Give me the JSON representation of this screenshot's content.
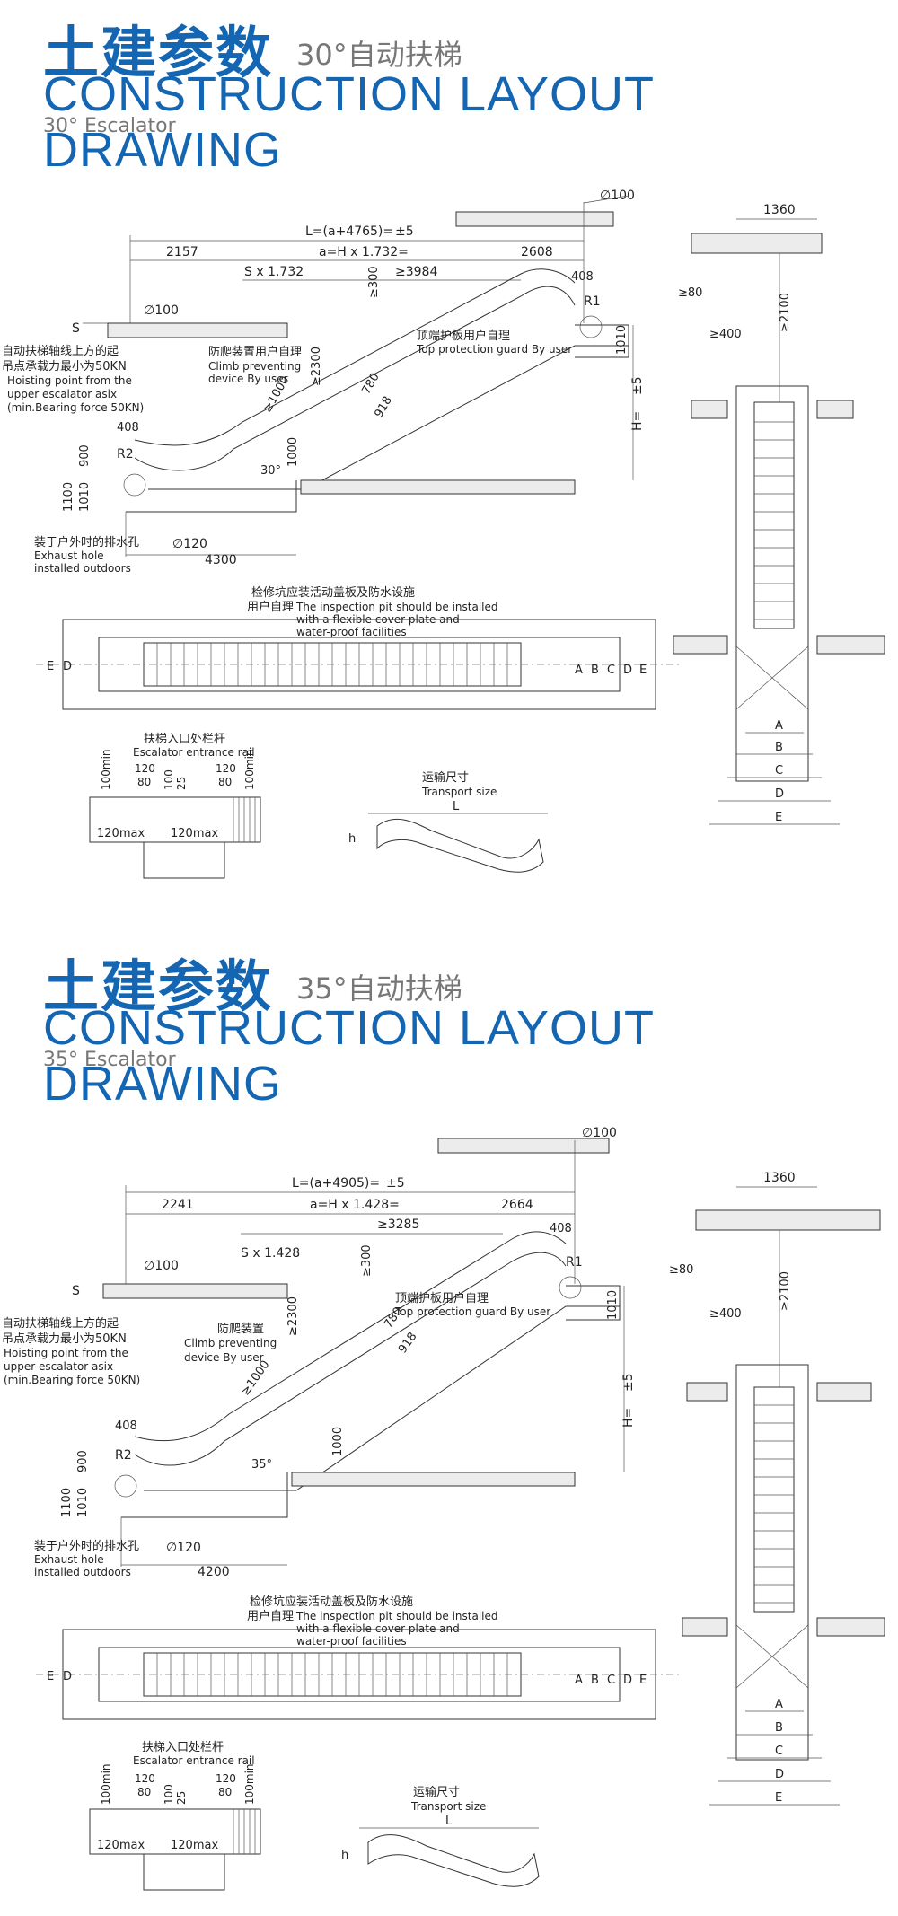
{
  "sections": [
    {
      "title_cn": "土建参数",
      "subtitle_cn": "30°自动扶梯",
      "title_en": "CONSTRUCTION LAYOUT DRAWING",
      "subtitle_en": "30° Escalator",
      "side": {
        "dia_top": "∅100",
        "total_length": "L=(a+4765)=",
        "tol": "±5",
        "dim_left": "2157",
        "dim_a": "a=H x 1.732=",
        "dim_right": "2608",
        "dim_s": "S x 1.732",
        "dim_step": "≥3984",
        "dim_408_top": "408",
        "r1": "R1",
        "dia_left": "∅100",
        "s_label": "S",
        "hoist_cn_1": "自动扶梯轴线上方的起",
        "hoist_cn_2": "吊点承载力最小为50KN",
        "hoist_en_1": "Hoisting point from the",
        "hoist_en_2": "upper escalator asix",
        "hoist_en_3": "(min.Bearing force 50KN)",
        "climb_cn": "防爬装置用户自理",
        "climb_en_1": "Climb preventing",
        "climb_en_2": "device By user",
        "guard_cn": "顶端护板用户自理",
        "guard_en": "Top protection guard By user",
        "dim_300": "≥300",
        "dim_2300": "≥2300",
        "dim_1000_diag": "≥1000",
        "dim_780": "780",
        "dim_918": "918",
        "dim_1010_right": "1010",
        "h_label": "H=",
        "h_tol": "±5",
        "dim_408_left": "408",
        "r2": "R2",
        "dim_900": "900",
        "dim_1100": "1100",
        "dim_1010_left": "1010",
        "angle": "30°",
        "dim_1000_v": "1000",
        "drain_cn": "装于户外时的排水孔",
        "drain_en_1": "Exhaust hole",
        "drain_en_2": "installed outdoors",
        "dia_120": "∅120",
        "dim_pit": "4300"
      },
      "plan": {
        "pit_cn": "检修坑应装活动盖板及防水设施",
        "pit_cn_2": "用户自理",
        "pit_en_1": "The inspection pit should be installed",
        "pit_en_2": "with a flexible cover plate and",
        "pit_en_3": "water-proof facilities",
        "left_e": "E",
        "left_d": "D",
        "right_a": "A",
        "right_b": "B",
        "right_c": "C",
        "right_d": "D",
        "right_e": "E"
      },
      "rail": {
        "label_cn": "扶梯入口处栏杆",
        "label_en": "Escalator entrance rail",
        "d100min_l": "100min",
        "d120_l": "120",
        "d80_l": "80",
        "d100": "100",
        "d25": "25",
        "d120_r": "120",
        "d80_r": "80",
        "d100min_r": "100min",
        "d120max_l": "120max",
        "d120max_r": "120max"
      },
      "transport": {
        "label_cn": "运输尺寸",
        "label_en": "Transport size",
        "l": "L",
        "h": "h"
      },
      "end": {
        "width": "1360",
        "d80": "≥80",
        "d2100": "≥2100",
        "d400": "≥400",
        "a": "A",
        "b": "B",
        "c": "C",
        "d": "D",
        "e": "E"
      }
    },
    {
      "title_cn": "土建参数",
      "subtitle_cn": "35°自动扶梯",
      "title_en": "CONSTRUCTION LAYOUT DRAWING",
      "subtitle_en": "35° Escalator",
      "side": {
        "dia_top": "∅100",
        "total_length": "L=(a+4905)=",
        "tol": "±5",
        "dim_left": "2241",
        "dim_a": "a=H x 1.428=",
        "dim_right": "2664",
        "dim_s": "S x 1.428",
        "dim_step": "≥3285",
        "dim_408_top": "408",
        "r1": "R1",
        "dia_left": "∅100",
        "s_label": "S",
        "hoist_cn_1": "自动扶梯轴线上方的起",
        "hoist_cn_2": "吊点承载力最小为50KN",
        "hoist_en_1": "Hoisting point from the",
        "hoist_en_2": "upper escalator asix",
        "hoist_en_3": "(min.Bearing force 50KN)",
        "climb_cn": "防爬装置",
        "climb_en_1": "Climb preventing",
        "climb_en_2": "device By user",
        "guard_cn": "顶端护板用户自理",
        "guard_en": "Top protection guard By user",
        "dim_300": "≥300",
        "dim_2300": "≥2300",
        "dim_1000_diag": "≥1000",
        "dim_780": "780",
        "dim_918": "918",
        "dim_1010_right": "1010",
        "h_label": "H=",
        "h_tol": "±5",
        "dim_408_left": "408",
        "r2": "R2",
        "dim_900": "900",
        "dim_1100": "1100",
        "dim_1010_left": "1010",
        "angle": "35°",
        "dim_1000_v": "1000",
        "drain_cn": "装于户外时的排水孔",
        "drain_en_1": "Exhaust hole",
        "drain_en_2": "installed outdoors",
        "dia_120": "∅120",
        "dim_pit": "4200"
      },
      "plan": {
        "pit_cn": "检修坑应装活动盖板及防水设施",
        "pit_cn_2": "用户自理",
        "pit_en_1": "The inspection pit should be installed",
        "pit_en_2": "with a flexible cover plate and",
        "pit_en_3": "water-proof facilities",
        "left_e": "E",
        "left_d": "D",
        "right_a": "A",
        "right_b": "B",
        "right_c": "C",
        "right_d": "D",
        "right_e": "E"
      },
      "rail": {
        "label_cn": "扶梯入口处栏杆",
        "label_en": "Escalator entrance rail",
        "d100min_l": "100min",
        "d120_l": "120",
        "d80_l": "80",
        "d100": "100",
        "d25": "25",
        "d120_r": "120",
        "d80_r": "80",
        "d100min_r": "100min",
        "d120max_l": "120max",
        "d120max_r": "120max"
      },
      "transport": {
        "label_cn": "运输尺寸",
        "label_en": "Transport size",
        "l": "L",
        "h": "h"
      },
      "end": {
        "width": "1360",
        "d80": "≥80",
        "d2100": "≥2100",
        "d400": "≥400",
        "a": "A",
        "b": "B",
        "c": "C",
        "d": "D",
        "e": "E"
      }
    }
  ]
}
